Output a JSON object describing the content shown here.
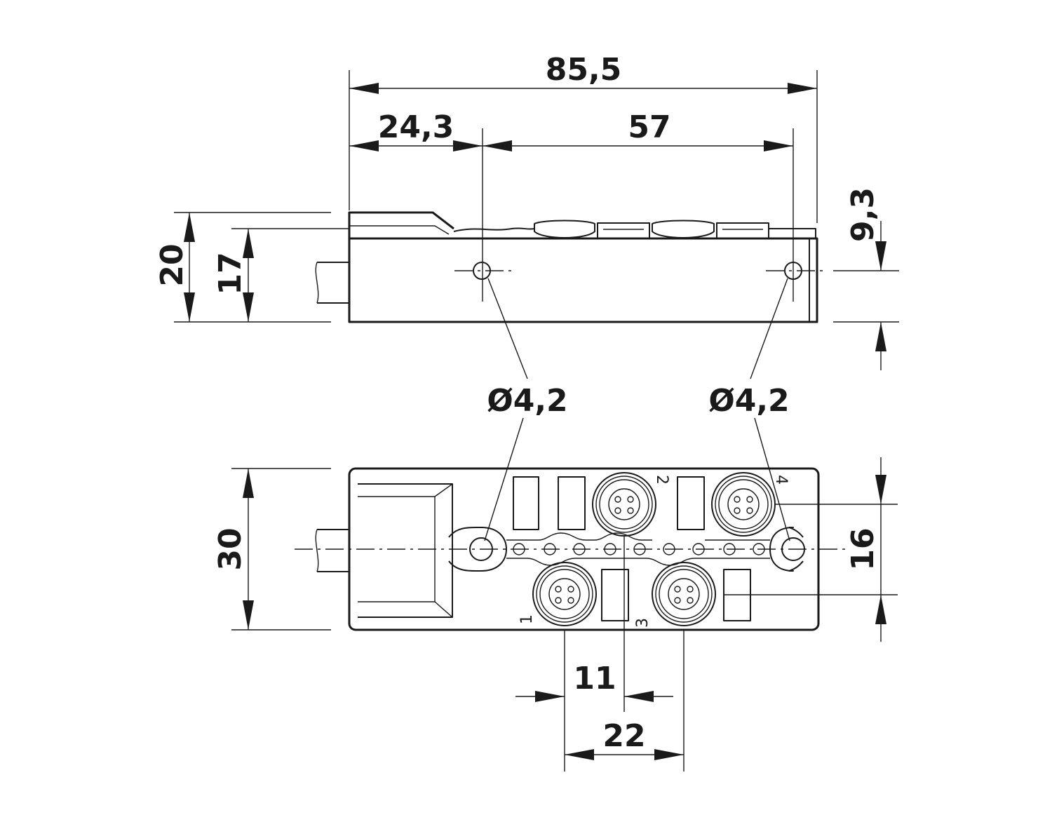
{
  "dimensions": {
    "overall_length": "85,5",
    "hole_offset": "24,3",
    "hole_spacing": "57",
    "height_total": "20",
    "height_body": "17",
    "hole_height": "9,3",
    "width": "30",
    "port_row_spacing": "16",
    "port_pitch_half": "11",
    "port_pitch": "22"
  },
  "holes": {
    "left_diameter": "Ø4,2",
    "right_diameter": "Ø4,2"
  },
  "ports": [
    "1",
    "2",
    "3",
    "4"
  ]
}
